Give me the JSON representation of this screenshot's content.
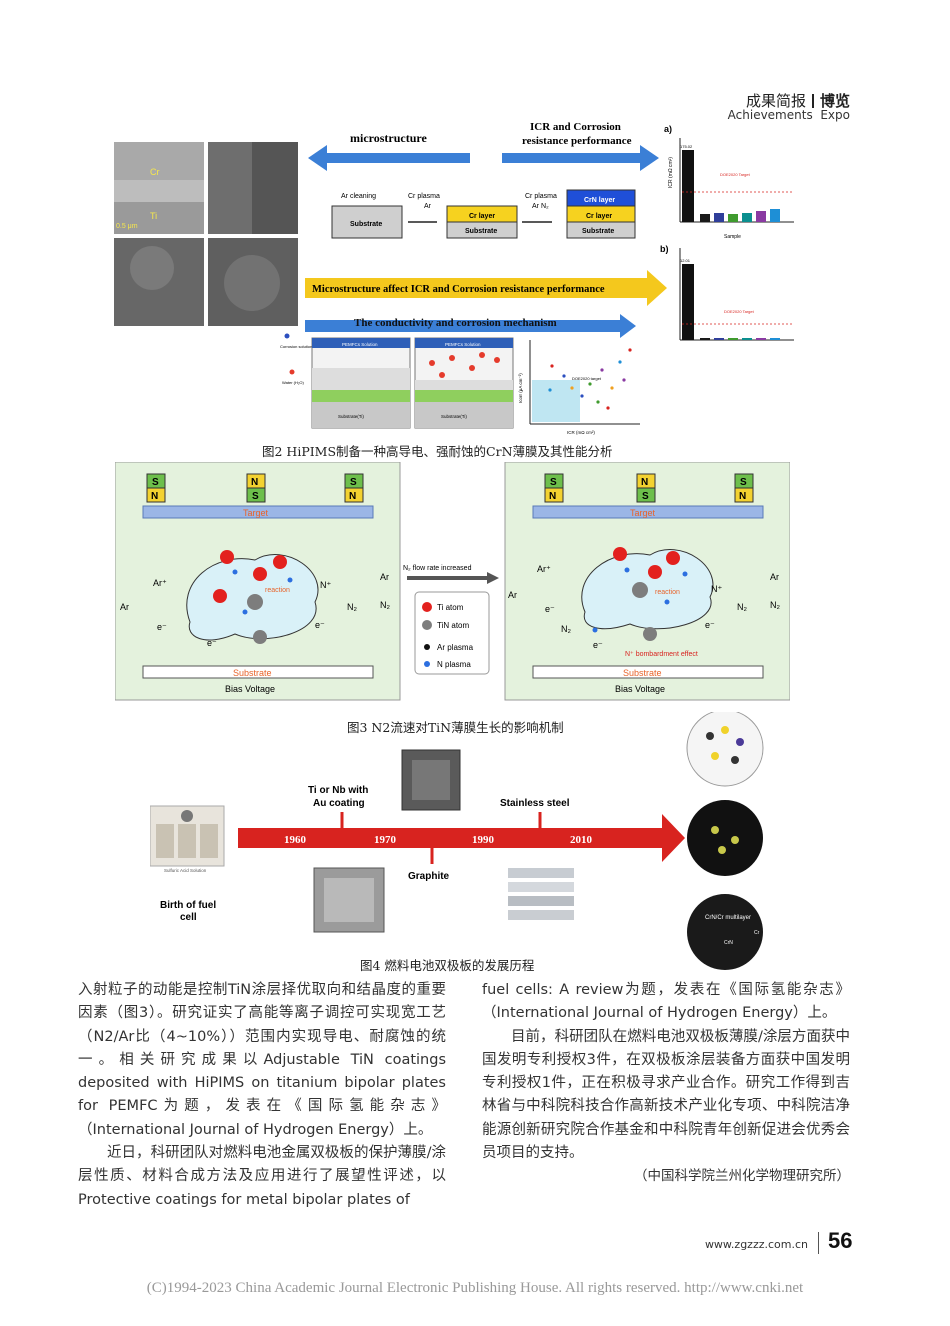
{
  "header": {
    "section_cn_a": "成果简报",
    "section_cn_b": "博览",
    "section_en_a": "Achievements",
    "section_en_b": "Expo"
  },
  "fig2": {
    "caption": "图2 HiPIMS制备一种高导电、强耐蚀的CrN薄膜及其性能分析",
    "title_micro": "microstructure",
    "title_icr": "ICR and Corrosion",
    "title_icr2": "resistance performance",
    "step_ar": "Ar cleaning",
    "step_cr": "Cr plasma",
    "step_cr_ar": "Ar",
    "step_crn": "Cr plasma",
    "step_crn_gas": "Ar N₂",
    "label_substrate": "Substrate",
    "label_cr_layer": "Cr layer",
    "label_crn_layer": "CrN layer",
    "banner": "Microstructure affect ICR and Corrosion resistance performance",
    "mechanism": "The conductivity and corrosion mechanism",
    "tem_label_cr": "Cr",
    "tem_label_ti": "Ti",
    "tem_scale": "0.5 μm",
    "chart_axis_icr": "ICR (mΩ cm²)",
    "chart_axis_sample": "Sample",
    "chart_top_label": "DOE2020 Target",
    "chart_top_value": "175.02",
    "chart_bottom_value": "12.01",
    "chart_bottom_label": "DOE2020 Target",
    "scatter_label": "DOE2020 target",
    "scatter_axis": "ICR (mΩ cm²)",
    "scatter_axis_y": "Icorr (μA cm⁻²)",
    "sol_a": "PEMFCs Solution",
    "sol_b": "PEMFCs Solution",
    "substrate_ti": "Substrate(Ti)",
    "legend_cat": "Corrosion solution",
    "legend_water": "Water (H₂O)"
  },
  "fig3": {
    "caption": "图3 N2流速对TiN薄膜生长的影响机制",
    "flow_label": "N₂ flow rate increased",
    "target": "Target",
    "substrate": "Substrate",
    "bias": "Bias Voltage",
    "reaction": "reaction",
    "ar": "Ar",
    "n2": "N₂",
    "n_plus": "N⁺",
    "ar_plus": "Ar⁺",
    "e_minus": "e⁻",
    "legend_ti": "Ti atom",
    "legend_tin": "TiN atom",
    "legend_ar": "Ar plasma",
    "legend_n": "N plasma",
    "bombard": "N⁺ bombardment effect",
    "magnet_s": "S",
    "magnet_n": "N"
  },
  "fig4": {
    "caption": "图4 燃料电池双极板的发展历程",
    "years": [
      "1960",
      "1970",
      "1990",
      "2010"
    ],
    "label_tinb": "Ti or Nb with",
    "label_tinb2": "Au coating",
    "label_graphite": "Graphite",
    "label_steel": "Stainless steel",
    "label_birth": "Birth of fuel",
    "label_birth2": "cell",
    "label_sulfuric": "Sulfuric Acid Solution",
    "label_crn_multi": "CrN/Cr multilayer",
    "label_cr": "Cr",
    "label_crn": "CrN"
  },
  "article": {
    "left": [
      "入射粒子的动能是控制TiN涂层择优取向和结晶度的重要因素（图3）。研究证实了高能等离子调控可实现宽工艺（N2/Ar比（4~10%））范围内实现导电、耐腐蚀的统一。相关研究成果以Adjustable TiN coatings deposited with HiPIMS on titanium bipolar plates for PEMFC为题，发表在《国际氢能杂志》（International Journal of Hydrogen Energy）上。",
      "近日，科研团队对燃料电池金属双极板的保护薄膜/涂层性质、材料合成方法及应用进行了展望性评述，以Protective coatings for metal bipolar plates of"
    ],
    "right": [
      "fuel cells: A review为题，发表在《国际氢能杂志》（International Journal of Hydrogen Energy）上。",
      "目前，科研团队在燃料电池双极板薄膜/涂层方面获中国发明专利授权3件，在双极板涂层装备方面获中国发明专利授权1件，正在积极寻求产业合作。研究工作得到吉林省与中科院科技合作高新技术产业化专项、中科院洁净能源创新研究院合作基金和中科院青年创新促进会优秀会员项目的支持。"
    ],
    "signature": "（中国科学院兰州化学物理研究所）"
  },
  "footer": {
    "url": "www.zgzzz.com.cn",
    "page": "56",
    "copyright": "(C)1994-2023 China Academic Journal Electronic Publishing House. All rights reserved.    http://www.cnki.net"
  },
  "colors": {
    "accent_blue": "#3b7fd6",
    "timeline_red": "#d8231f",
    "banner_yellow": "#f4c81d"
  }
}
